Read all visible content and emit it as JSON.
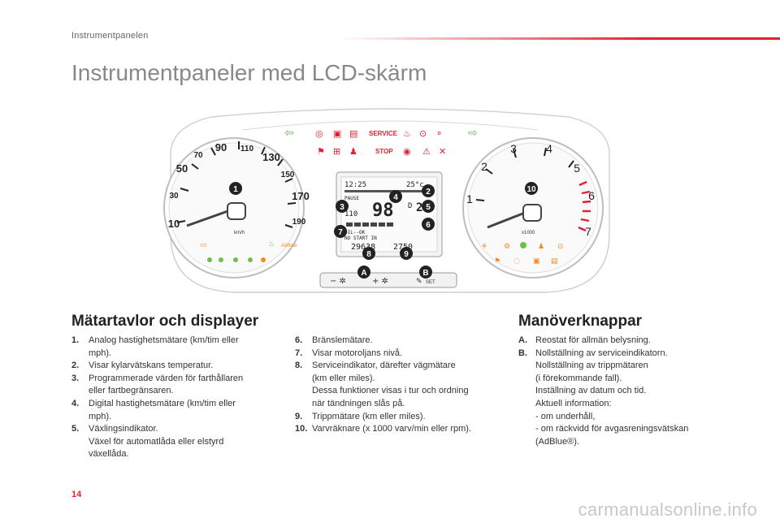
{
  "header": {
    "section": "Instrumentpanelen"
  },
  "page_title": "Instrumentpaneler med LCD-skärm",
  "dashboard": {
    "speedo_ticks": [
      "10",
      "30",
      "50",
      "70",
      "90",
      "110",
      "130",
      "150",
      "170",
      "190"
    ],
    "speed_unit": "km/h",
    "rpm_ticks": [
      "1",
      "2",
      "3",
      "4",
      "5",
      "6",
      "7"
    ],
    "rpm_unit": "x1000",
    "warning_service": "SERVICE",
    "warning_stop": "STOP",
    "adblue": "AdBlue",
    "lcd": {
      "time": "12:25",
      "temp": "25°c",
      "pause": "PAUSE",
      "speed": "98",
      "speed_small": "110",
      "gear_small": "D",
      "gear_num": "2",
      "oil_ok": "OIL--OK",
      "no_start": "NO START IN",
      "odometer": "29638",
      "service_km": "2750"
    },
    "callouts": [
      "1",
      "2",
      "3",
      "4",
      "5",
      "6",
      "7",
      "8",
      "9",
      "10",
      "A",
      "B"
    ],
    "control_set": "SET"
  },
  "left_section": {
    "title": "Mätartavlor och displayer",
    "items": [
      {
        "num": "1.",
        "text": "Analog hastighetsmätare (km/tim eller\nmph)."
      },
      {
        "num": "2.",
        "text": "Visar kylarvätskans temperatur."
      },
      {
        "num": "3.",
        "text": "Programmerade värden för farthållaren\neller fartbegränsaren."
      },
      {
        "num": "4.",
        "text": "Digital hastighetsmätare (km/tim eller\nmph)."
      },
      {
        "num": "5.",
        "text": "Växlingsindikator.\nVäxel för automatlåda eller elstyrd\nväxellåda."
      }
    ]
  },
  "middle_section": {
    "items": [
      {
        "num": "6.",
        "text": "Bränslemätare."
      },
      {
        "num": "7.",
        "text": "Visar motoroljans nivå."
      },
      {
        "num": "8.",
        "text": "Serviceindikator, därefter vägmätare\n(km eller miles).\nDessa funktioner visas i tur och ordning\nnär tändningen slås på."
      },
      {
        "num": "9.",
        "text": "Trippmätare (km eller miles)."
      },
      {
        "num": "10.",
        "text": "Varvräknare (x 1000 varv/min eller rpm)."
      }
    ]
  },
  "right_section": {
    "title": "Manöverknappar",
    "items": [
      {
        "num": "A.",
        "text": "Reostat för allmän belysning."
      },
      {
        "num": "B.",
        "text": "Nollställning av serviceindikatorn.\nNollställning av trippmätaren\n(i förekommande fall).\nInställning av datum och tid.\nAktuell information:"
      },
      {
        "num": "",
        "text": "-  om underhåll,"
      },
      {
        "num": "",
        "text": "-  om räckvidd för avgasreningsvätskan\n   (AdBlue®)."
      }
    ]
  },
  "page_number": "14",
  "watermark": "carmanualsonline.info",
  "colors": {
    "accent": "#e41e34",
    "gauge_red": "#e41e34",
    "warning_orange": "#f28a1c",
    "indicator_green": "#6cc04a"
  }
}
